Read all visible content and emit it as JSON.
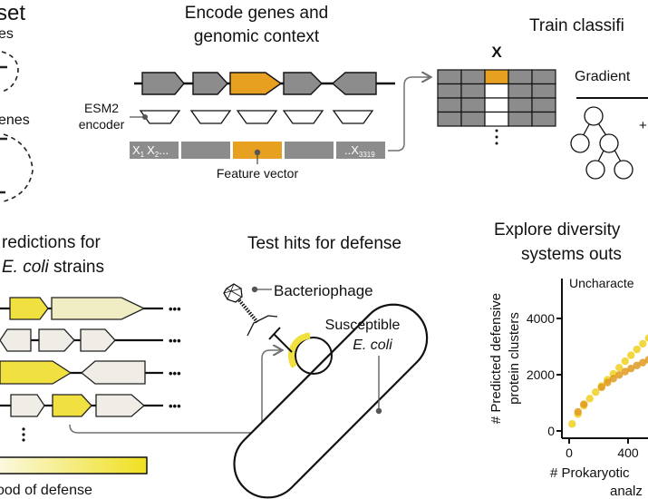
{
  "panels": {
    "dataset": {
      "title_fragment": "set",
      "label_top_fragment": "es",
      "label_bottom_fragment": "enes"
    },
    "encode": {
      "title_line1": "Encode genes and",
      "title_line2": "genomic context",
      "encoder_label_line1": "ESM2",
      "encoder_label_line2": "encoder",
      "vector_first": "X",
      "vector_first_sub": "1",
      "vector_second": "X",
      "vector_second_sub": "2",
      "vector_first_suffix": "...",
      "vector_last_prefix": "..X",
      "vector_last_sub": "3319",
      "feature_vector_label": "Feature vector"
    },
    "train": {
      "title_fragment": "Train classifi",
      "matrix_label": "X",
      "method_fragment": "Gradient",
      "plus": "+"
    },
    "predict": {
      "title_line1_fragment": "redictions for",
      "title_line2_italic": "E. coli",
      "title_line2_rest": " strains",
      "ellipsis": "•••",
      "legend_label_fragment": "ood of defense"
    },
    "test": {
      "title": "Test hits for defense",
      "phage_label": "Bacteriophage",
      "host_label_line1": "Susceptible",
      "host_label_line2": "E. coli"
    },
    "explore": {
      "title_line1_fragment": "Explore diversity",
      "title_line2_fragment": "systems outs"
    }
  },
  "colors": {
    "gene_gray": "#8c8c8c",
    "highlight_orange": "#e8a020",
    "defense_yellow": "#f0e040",
    "light_yellow": "#f0ecc4",
    "pale_gray": "#efede6",
    "arrow_gray": "#707070"
  },
  "chart_data": {
    "type": "scatter",
    "title": "",
    "annotation": "Uncharacte",
    "xlabel_line1": "# Prokaryotic",
    "xlabel_line2": "analz",
    "ylabel_line1": "# Predicted defensive",
    "ylabel_line2": "protein clusters",
    "xticks": [
      "0",
      "400"
    ],
    "yticks": [
      "0",
      "2000",
      "4000"
    ],
    "xlim": [
      0,
      600
    ],
    "ylim": [
      0,
      5600
    ],
    "series": [
      {
        "name": "yellow",
        "color": "#f0d020",
        "points": [
          [
            20,
            250
          ],
          [
            60,
            600
          ],
          [
            100,
            900
          ],
          [
            140,
            1150
          ],
          [
            180,
            1380
          ],
          [
            220,
            1600
          ],
          [
            260,
            1820
          ],
          [
            300,
            2030
          ],
          [
            340,
            2250
          ],
          [
            380,
            2480
          ],
          [
            420,
            2690
          ],
          [
            460,
            2900
          ],
          [
            500,
            3100
          ],
          [
            540,
            3300
          ]
        ]
      },
      {
        "name": "orange",
        "color": "#e09a20",
        "points": [
          [
            60,
            680
          ],
          [
            100,
            950
          ],
          [
            220,
            1550
          ],
          [
            260,
            1720
          ],
          [
            300,
            1860
          ],
          [
            340,
            1990
          ],
          [
            380,
            2110
          ],
          [
            420,
            2220
          ],
          [
            460,
            2330
          ],
          [
            500,
            2430
          ],
          [
            540,
            2530
          ]
        ]
      }
    ]
  }
}
